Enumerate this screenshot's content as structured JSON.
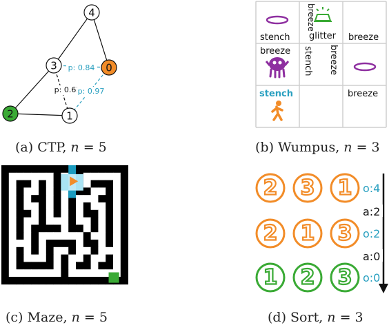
{
  "ctp": {
    "nodes": [
      {
        "id": "0",
        "label": "0",
        "fill": "#f28c28"
      },
      {
        "id": "1",
        "label": "1",
        "fill": "#ffffff"
      },
      {
        "id": "2",
        "label": "2",
        "fill": "#3aaa35"
      },
      {
        "id": "3",
        "label": "3",
        "fill": "#ffffff"
      },
      {
        "id": "4",
        "label": "4",
        "fill": "#ffffff"
      }
    ],
    "edges": [
      {
        "from": "3",
        "to": "4",
        "style": "solid"
      },
      {
        "from": "4",
        "to": "0",
        "style": "solid"
      },
      {
        "from": "3",
        "to": "2",
        "style": "solid"
      },
      {
        "from": "2",
        "to": "1",
        "style": "solid"
      },
      {
        "from": "3",
        "to": "0",
        "style": "dashed",
        "color": "#2aa0c0",
        "label": "p: 0.84"
      },
      {
        "from": "3",
        "to": "1",
        "style": "dashed",
        "color": "#111111",
        "label": "p: 0.61"
      },
      {
        "from": "0",
        "to": "1",
        "style": "dashed",
        "color": "#2aa0c0",
        "label": "p: 0.97"
      }
    ],
    "caption": {
      "prefix": "(a) CTP, ",
      "var": "n",
      "suffix": " = 5"
    }
  },
  "wumpus": {
    "cells": [
      {
        "row": 0,
        "col": 0,
        "texts": [
          "stench"
        ],
        "icon": "pit-icon"
      },
      {
        "row": 0,
        "col": 1,
        "texts": [
          "breeze",
          "glitter"
        ],
        "icon": "gold-icon"
      },
      {
        "row": 0,
        "col": 2,
        "texts": [
          "breeze"
        ],
        "icon": ""
      },
      {
        "row": 1,
        "col": 0,
        "texts": [
          "breeze"
        ],
        "icon": "wumpus-icon"
      },
      {
        "row": 1,
        "col": 1,
        "texts": [
          "stench",
          "breeze"
        ],
        "icon": ""
      },
      {
        "row": 1,
        "col": 2,
        "texts": [],
        "icon": "pit-icon"
      },
      {
        "row": 2,
        "col": 0,
        "texts": [
          "stench"
        ],
        "icon": "agent-icon"
      },
      {
        "row": 2,
        "col": 1,
        "texts": [],
        "icon": ""
      },
      {
        "row": 2,
        "col": 2,
        "texts": [
          "breeze"
        ],
        "icon": ""
      }
    ],
    "colors": {
      "pit": "#8e2fa0",
      "wumpus": "#8e2fa0",
      "gold": "#3aaa35",
      "agent": "#f28c28",
      "stench_highlight": "#2aa0c0"
    },
    "caption": {
      "prefix": "(b) Wumpus, ",
      "var": "n",
      "suffix": " = 3"
    }
  },
  "maze": {
    "grid": [
      "#################",
      "#......#..#.....#",
      "#.##.#.#..#.###.#",
      "#.#..#.#.###..#.#",
      "#.#.##.#.#...##.#",
      "#.#..#.#.#.#..#.#",
      "#.##.#.#.#.##.#.#",
      "#.#..#...#..#.#.#",
      "#.#.####.##.#.#.#",
      "#.#.#......#..#.#",
      "#...#.####.##.#.#",
      "#.#.#.#..#..#...#",
      "#.#...#.#..#..#.#",
      "#.#####.#.##.##.#",
      "#.......#.......#",
      "#################"
    ],
    "agent_color": "#f28c28",
    "goal_color": "#3aaa35",
    "highlight_color": "#1a9bbf",
    "caption": {
      "prefix": "(c) Maze, ",
      "var": "n",
      "suffix": " = 5"
    }
  },
  "sort": {
    "rows": [
      {
        "digits": [
          "2",
          "3",
          "1"
        ],
        "color": "#f28c28",
        "obs": "o:4"
      },
      {
        "digits": [
          "2",
          "1",
          "3"
        ],
        "color": "#f28c28",
        "obs": "o:2"
      },
      {
        "digits": [
          "1",
          "2",
          "3"
        ],
        "color": "#3aaa35",
        "obs": "o:0"
      }
    ],
    "actions": [
      "a:2",
      "a:0"
    ],
    "obs_color": "#2aa0c0",
    "caption": {
      "prefix": "(d) Sort, ",
      "var": "n",
      "suffix": " = 3"
    }
  }
}
